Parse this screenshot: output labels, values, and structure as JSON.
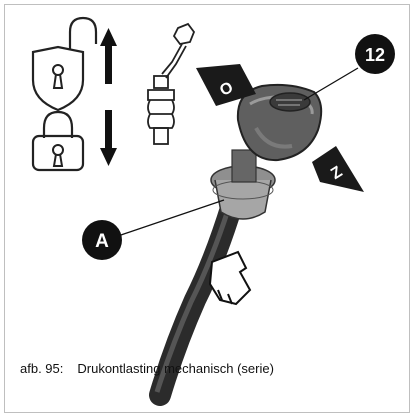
{
  "figure": {
    "number_label": "afb. 95:",
    "caption": "Drukontlasting mechanisch (serie)"
  },
  "callouts": {
    "part_number": "12",
    "part_letter": "A"
  },
  "direction_labels": {
    "open": "O",
    "close": "Z"
  },
  "icons": {
    "unlocked": "padlock-unlocked-icon",
    "locked": "padlock-locked-icon",
    "lever": "joystick-lever-icon",
    "hand": "hand-pointer-icon"
  }
}
